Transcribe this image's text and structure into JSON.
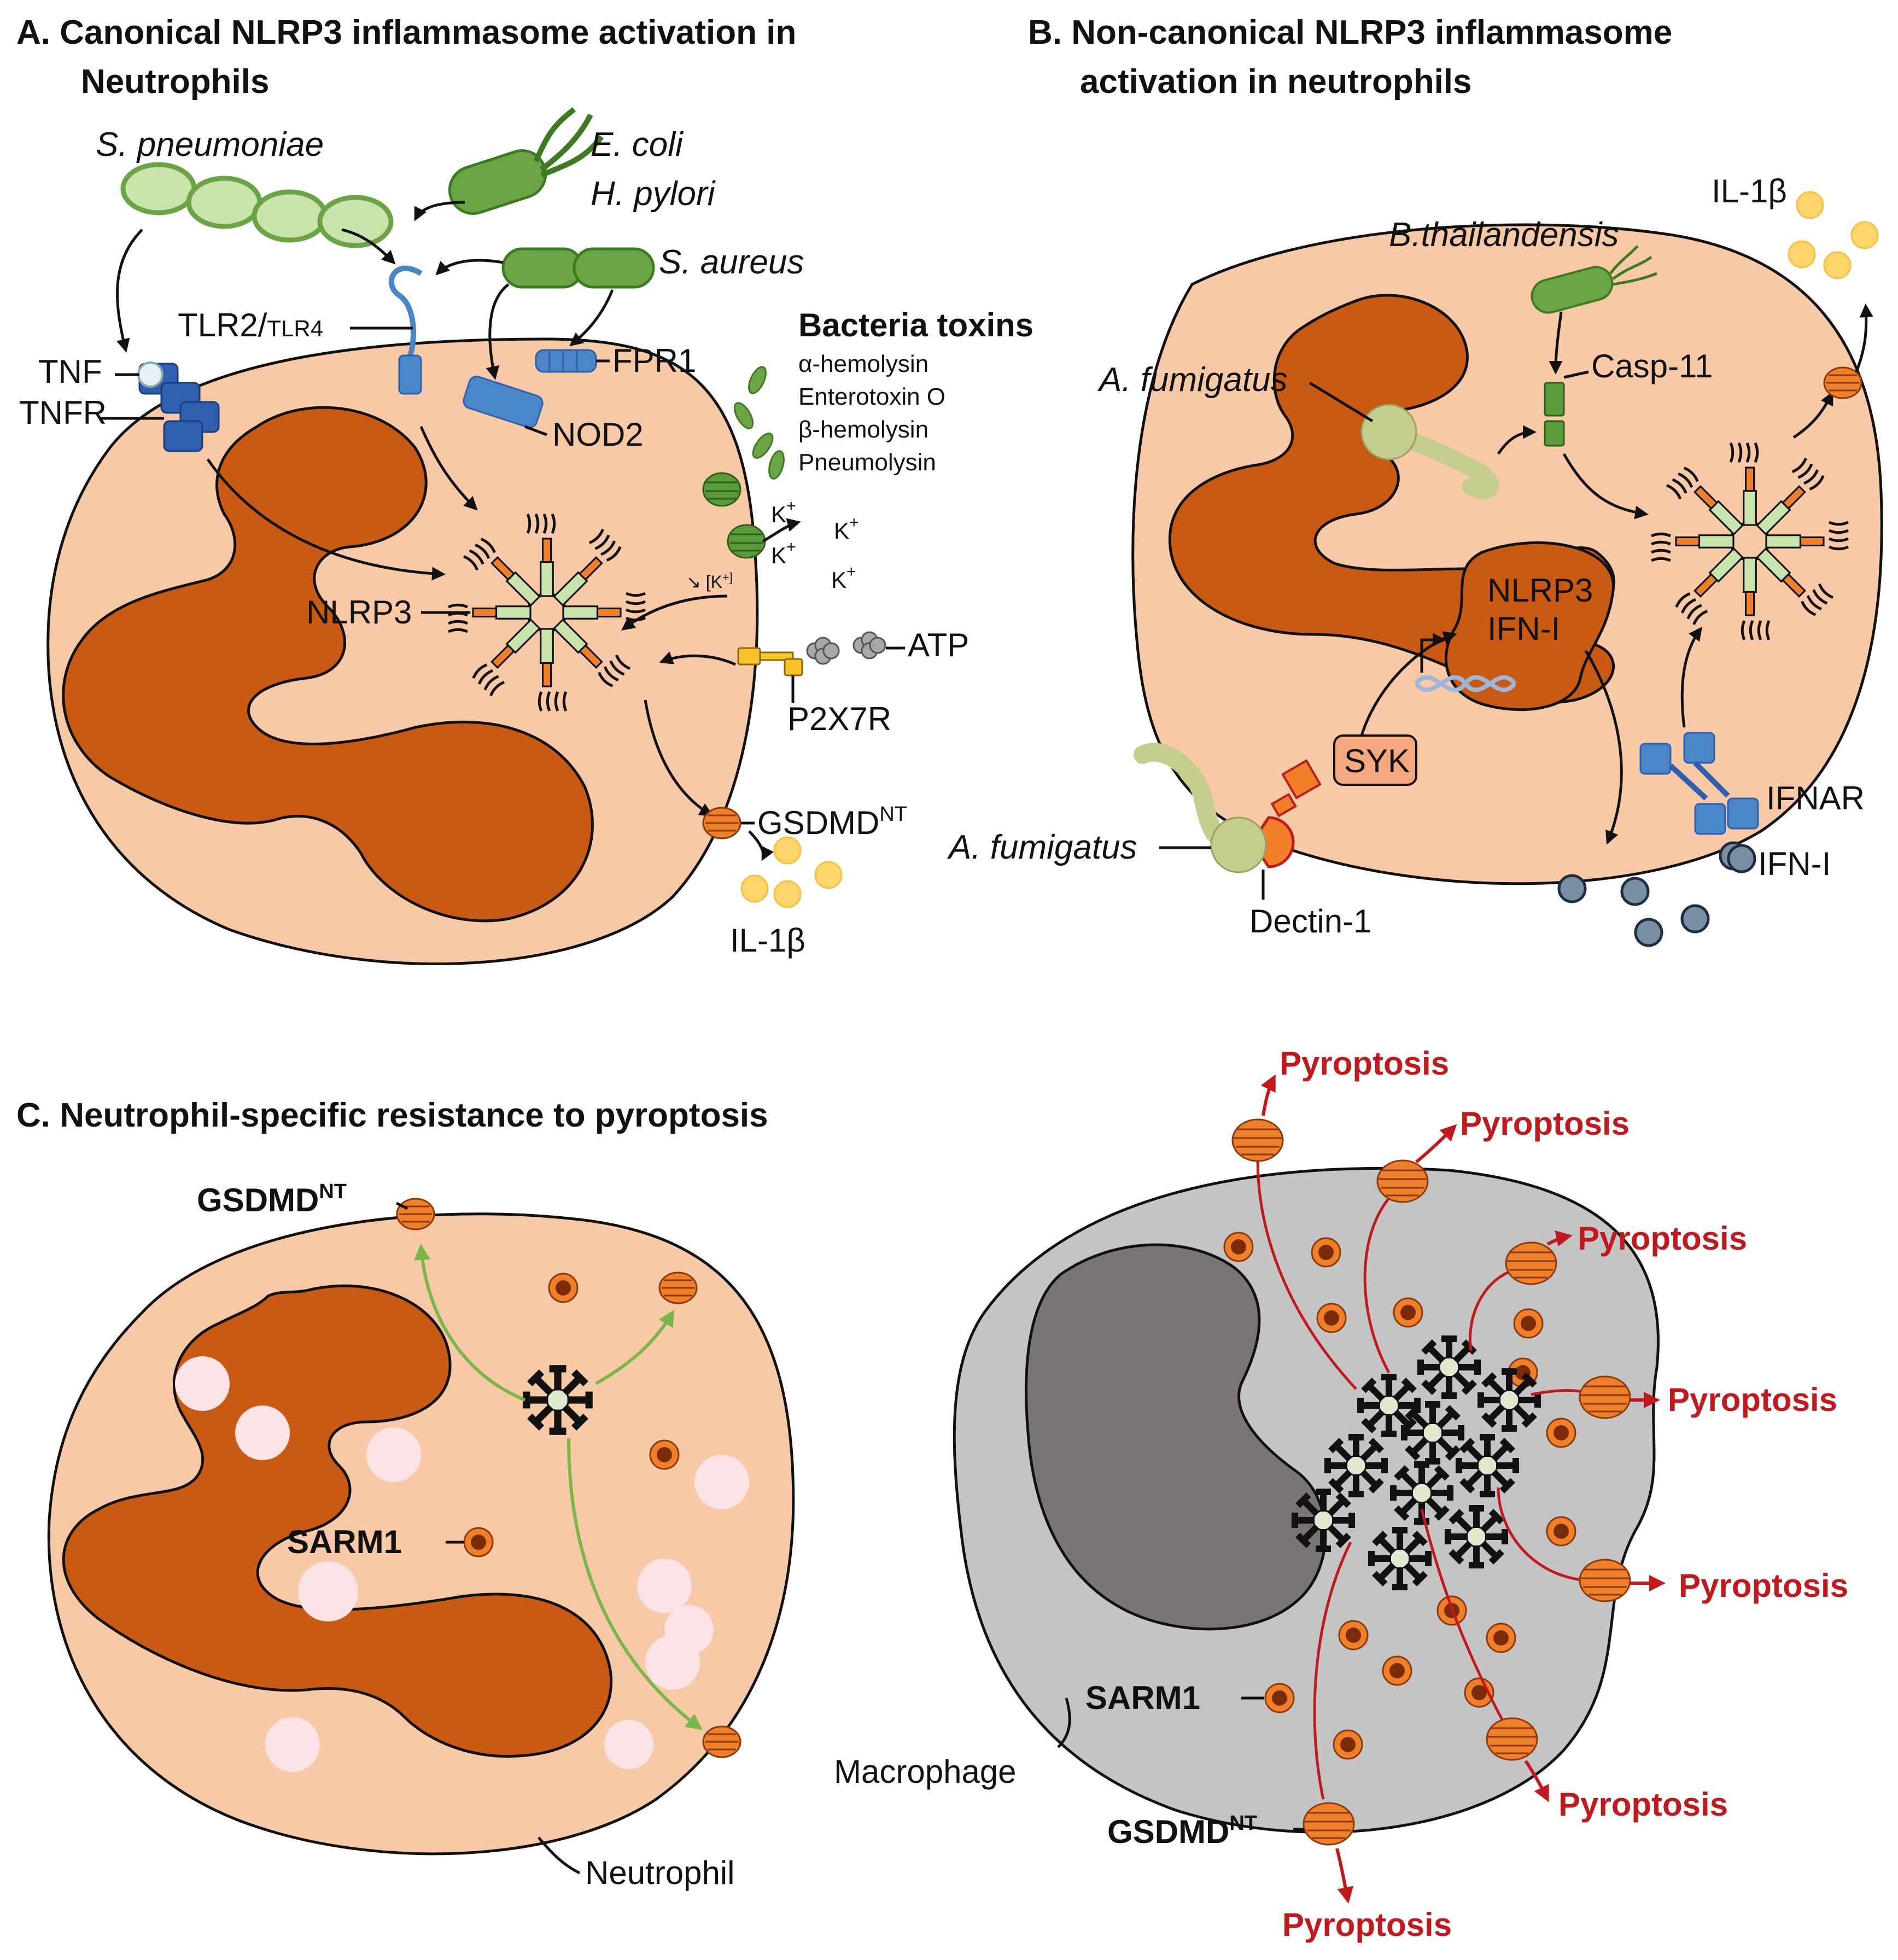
{
  "panelA": {
    "title_line1": "A.  Canonical NLRP3 inflammasome activation in",
    "title_line2": "Neutrophils",
    "labels": {
      "s_pneumoniae": "S. pneumoniae",
      "e_coli": "E. coli",
      "h_pylori": "H. pylori",
      "s_aureus": "S. aureus",
      "tlr2": "TLR2/",
      "tlr4": "TLR4",
      "tnf": "TNF",
      "tnfr": "TNFR",
      "fpr1": "FPR1",
      "nod2": "NOD2",
      "nlrp3": "NLRP3",
      "k1": "K",
      "k2": "K",
      "k3": "K",
      "k4": "K",
      "k_plus": "+",
      "k_inside": "[K",
      "k_inside_close": "+]",
      "atp": "ATP",
      "p2x7r": "P2X7R",
      "gsdmd": "GSDMD",
      "gsdmd_sup": "NT",
      "il1b": "IL-1β"
    },
    "toxins": {
      "heading": "Bacteria toxins",
      "items": [
        "α-hemolysin",
        "Enterotoxin O",
        "β-hemolysin",
        "Pneumolysin"
      ]
    }
  },
  "panelB": {
    "title_line1": "B.  Non-canonical NLRP3 inflammasome",
    "title_line2": "activation in neutrophils",
    "labels": {
      "b_thailandensis": "B.thailandensis",
      "il1b": "IL-1β",
      "a_fumigatus_top": "A. fumigatus",
      "casp11": "Casp-11",
      "nlrp3": "NLRP3",
      "ifn_i_gene": "IFN-I",
      "syk": "SYK",
      "ifnar": "IFNAR",
      "ifn_i": "IFN-I",
      "a_fumigatus_bottom": "A. fumigatus",
      "dectin1": "Dectin-1"
    }
  },
  "panelC": {
    "title": "C.  Neutrophil-specific resistance to pyroptosis",
    "labels": {
      "gsdmd_left": "GSDMD",
      "gsdmd_left_sup": "NT",
      "sarm1_left": "SARM1",
      "neutrophil": "Neutrophil",
      "sarm1_right": "SARM1",
      "macrophage": "Macrophage",
      "gsdmd_right": "GSDMD",
      "gsdmd_right_sup": "NT",
      "pyroptosis": [
        "Pyroptosis",
        "Pyroptosis",
        "Pyroptosis",
        "Pyroptosis",
        "Pyroptosis",
        "Pyroptosis",
        "Pyroptosis"
      ]
    }
  },
  "colors": {
    "cell": "#f8c9a6",
    "nucleus": "#c85a14",
    "bacteria_green": "#6aa444",
    "bacteria_light": "#c9e3ad",
    "receptor_blue": "#4a86c5",
    "receptor_dark": "#2f5fae",
    "gsdmd_orange": "#f07f2a",
    "il1b_yellow": "#fdd56a",
    "macrophage_gray": "#c4c4c4",
    "macrophage_nucleus": "#7a7474",
    "pyroptosis_red": "#c0191e",
    "green_arrow": "#7ab648",
    "fungus": "#c5cd8e",
    "ifn_blue": "#7a8fa6"
  }
}
